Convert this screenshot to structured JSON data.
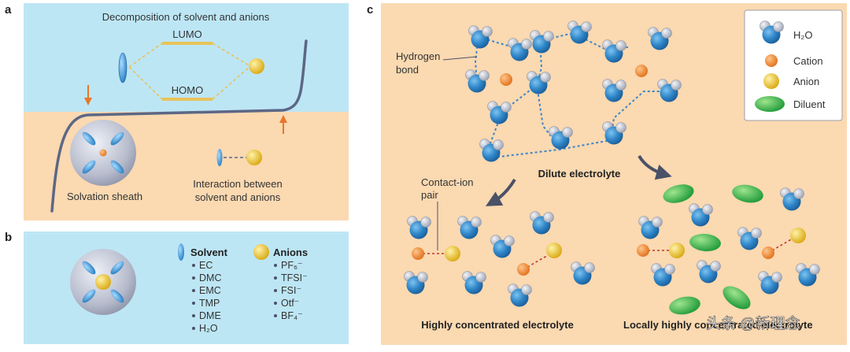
{
  "panel_a": {
    "letter": "a",
    "title": "Decomposition of solvent and anions",
    "lumo": "LUMO",
    "homo": "HOMO",
    "solvation_label": "Solvation sheath",
    "interaction_label_1": "Interaction between",
    "interaction_label_2": "solvent and anions"
  },
  "panel_b": {
    "letter": "b",
    "solvent_title": "Solvent",
    "solvents": [
      "EC",
      "DMC",
      "EMC",
      "TMP",
      "DME",
      "H₂O"
    ],
    "anion_title": "Anions",
    "anions": [
      "PF₆⁻",
      "TFSI⁻",
      "FSI⁻",
      "Otf⁻",
      "BF₄⁻"
    ]
  },
  "panel_c": {
    "letter": "c",
    "hydrogen_bond_1": "Hydrogen",
    "hydrogen_bond_2": "bond",
    "dilute_label": "Dilute electrolyte",
    "contact_ion_1": "Contact-ion",
    "contact_ion_2": "pair",
    "hce_label": "Highly concentrated electrolyte",
    "lhce_label": "Locally highly concentrated electrolyte",
    "legend": {
      "water": "H₂O",
      "cation": "Cation",
      "anion": "Anion",
      "diluent": "Diluent"
    }
  },
  "watermark": "头条 @新理念",
  "colors": {
    "sky": "#bde6f5",
    "sand": "#fbd9b1",
    "water_blue": "#2f86c8",
    "hydrogen_grey": "#c5cad6",
    "cation": "#f28a2e",
    "anion": "#f2c522",
    "diluent": "#3db84a",
    "curve": "#5c6785"
  },
  "icons": [
    "water-molecule-icon",
    "cation-icon",
    "anion-icon",
    "diluent-icon",
    "solvent-icon"
  ]
}
